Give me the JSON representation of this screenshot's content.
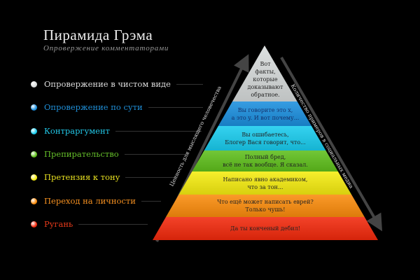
{
  "header": {
    "title": "Пирамида Грэма",
    "subtitle": "Опровержение комментаторами"
  },
  "levels": [
    {
      "label": "Опровержение в чистом виде",
      "color": "#d8dcdc",
      "text_color": "#cfcfcf",
      "lines": [
        "Вот",
        "факты,",
        "которые",
        "доказывают",
        "обратное."
      ]
    },
    {
      "label": "Опровержение по сути",
      "color": "#1b8fde",
      "text_color": "#1f8fd8",
      "lines": [
        "Вы говорите это x,",
        "а это y. И вот почему..."
      ]
    },
    {
      "label": "Контраргумент",
      "color": "#19ccee",
      "text_color": "#22c8e8",
      "lines": [
        "Вы ошибаетесь,",
        "Блогер Вася говорит, что..."
      ]
    },
    {
      "label": "Препирательство",
      "color": "#5fbf1c",
      "text_color": "#66c02a",
      "lines": [
        "Полный бред,",
        "всё не так вообще. Я сказал."
      ]
    },
    {
      "label": "Претензия к тону",
      "color": "#f5ec10",
      "text_color": "#e8e020",
      "lines": [
        "Написано явно академиком,",
        "что за тон..."
      ]
    },
    {
      "label": "Переход на личности",
      "color": "#fb8c0c",
      "text_color": "#f59020",
      "lines": [
        "Что ещё может написать еврей?",
        "Только чушь!"
      ]
    },
    {
      "label": "Ругань",
      "color": "#f2290c",
      "text_color": "#e83a1a",
      "lines": [
        "Да ты конченый дебил!"
      ]
    }
  ],
  "axes": {
    "left": "Ценность для мыслящего человечества",
    "right": "Количество примеров в социальных медиа"
  }
}
